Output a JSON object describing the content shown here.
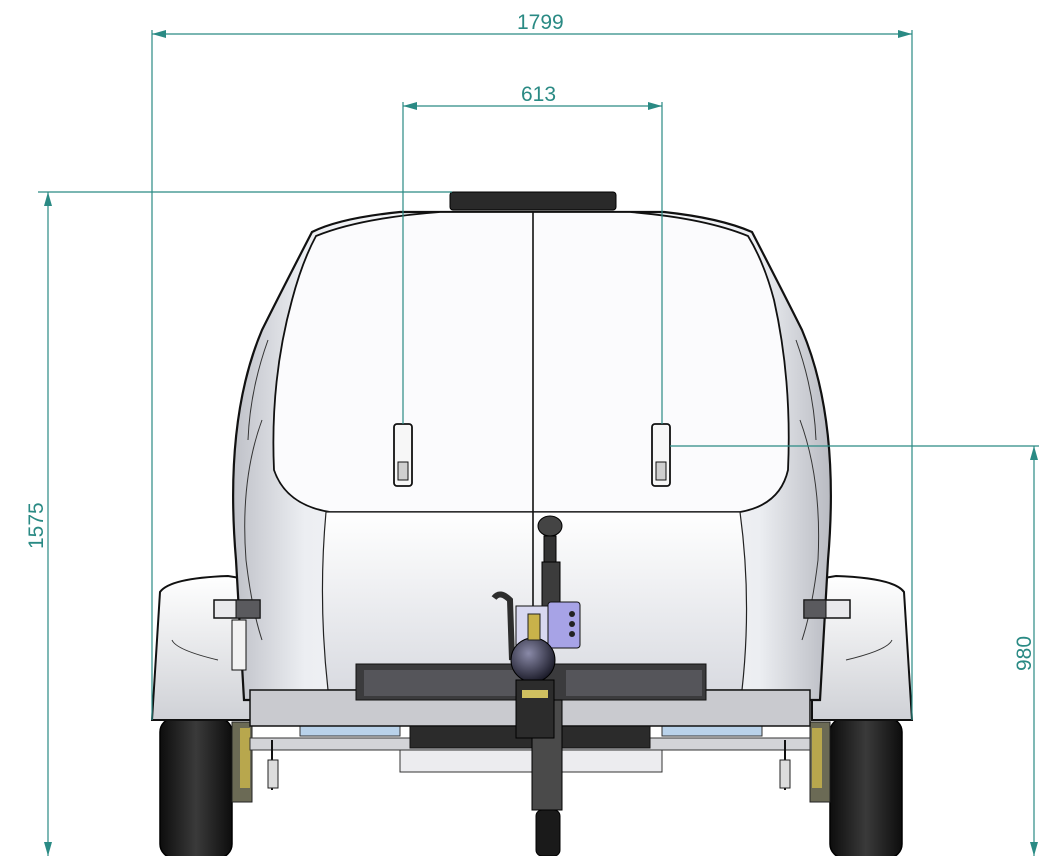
{
  "dimensions": {
    "overall_width": "1799",
    "handle_spacing": "613",
    "overall_height": "1575",
    "handle_height": "980"
  },
  "colors": {
    "dimension": "#2a8a84",
    "body_fill": "#f2f3f6",
    "tyre": "#1b1b1b",
    "coupling_plate": "#a7a3e6"
  }
}
